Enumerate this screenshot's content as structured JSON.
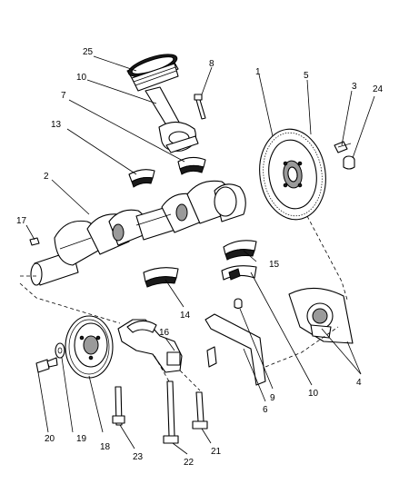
{
  "callouts": [
    {
      "id": "c1",
      "text": "1"
    },
    {
      "id": "c2",
      "text": "2"
    },
    {
      "id": "c3",
      "text": "3"
    },
    {
      "id": "c4",
      "text": "4"
    },
    {
      "id": "c5",
      "text": "5"
    },
    {
      "id": "c6",
      "text": "6"
    },
    {
      "id": "c7",
      "text": "7"
    },
    {
      "id": "c8",
      "text": "8"
    },
    {
      "id": "c9",
      "text": "9"
    },
    {
      "id": "c10a",
      "text": "10"
    },
    {
      "id": "c10b",
      "text": "10"
    },
    {
      "id": "c13",
      "text": "13"
    },
    {
      "id": "c14",
      "text": "14"
    },
    {
      "id": "c15",
      "text": "15"
    },
    {
      "id": "c16",
      "text": "16"
    },
    {
      "id": "c17",
      "text": "17"
    },
    {
      "id": "c18",
      "text": "18"
    },
    {
      "id": "c19",
      "text": "19"
    },
    {
      "id": "c20",
      "text": "20"
    },
    {
      "id": "c21",
      "text": "21"
    },
    {
      "id": "c22",
      "text": "22"
    },
    {
      "id": "c23",
      "text": "23"
    },
    {
      "id": "c24",
      "text": "24"
    },
    {
      "id": "c25",
      "text": "25"
    }
  ]
}
